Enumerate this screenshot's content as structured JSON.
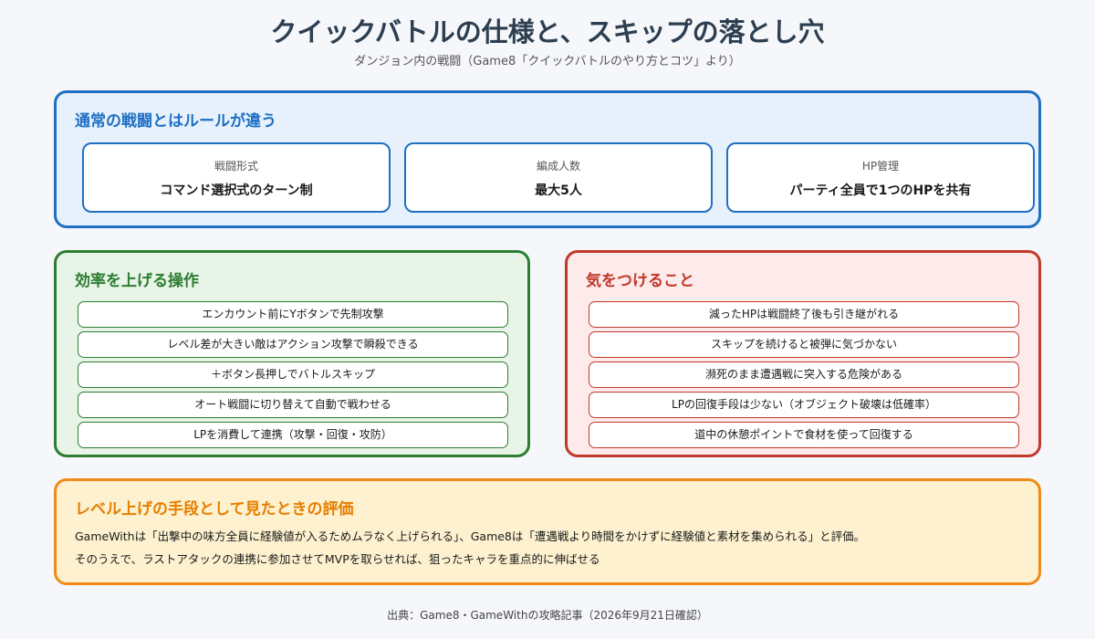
{
  "header": {
    "title": "クイックバトルの仕様と、スキップの落とし穴",
    "subtitle": "ダンジョン内の戦闘（Game8「クイックバトルのやり方とコツ」より）"
  },
  "rules": {
    "heading": "通常の戦闘とはルールが違う",
    "cards": [
      {
        "label": "戦闘形式",
        "value": "コマンド選択式のターン制"
      },
      {
        "label": "編成人数",
        "value": "最大5人"
      },
      {
        "label": "HP管理",
        "value": "パーティ全員で1つのHPを共有"
      }
    ]
  },
  "efficiency": {
    "heading": "効率を上げる操作",
    "items": [
      "エンカウント前にYボタンで先制攻撃",
      "レベル差が大きい敵はアクション攻撃で瞬殺できる",
      "＋ボタン長押しでバトルスキップ",
      "オート戦闘に切り替えて自動で戦わせる",
      "LPを消費して連携（攻撃・回復・攻防）"
    ]
  },
  "caution": {
    "heading": "気をつけること",
    "items": [
      "減ったHPは戦闘終了後も引き継がれる",
      "スキップを続けると被弾に気づかない",
      "瀕死のまま遭遇戦に突入する危険がある",
      "LPの回復手段は少ない（オブジェクト破壊は低確率）",
      "道中の休憩ポイントで食材を使って回復する"
    ]
  },
  "evaluation": {
    "heading": "レベル上げの手段として見たときの評価",
    "lines": [
      "GameWithは「出撃中の味方全員に経験値が入るためムラなく上げられる」、Game8は「遭遇戦より時間をかけずに経験値と素材を集められる」と評価。",
      "そのうえで、ラストアタックの連携に参加させてMVPを取らせれば、狙ったキャラを重点的に伸ばせる"
    ]
  },
  "source": "出典：Game8・GameWithの攻略記事（2026年9月21日確認）",
  "colors": {
    "rules": "#1f6fc5",
    "efficiency": "#2e7d32",
    "caution": "#c0392b",
    "evaluation": "#f08a18"
  }
}
